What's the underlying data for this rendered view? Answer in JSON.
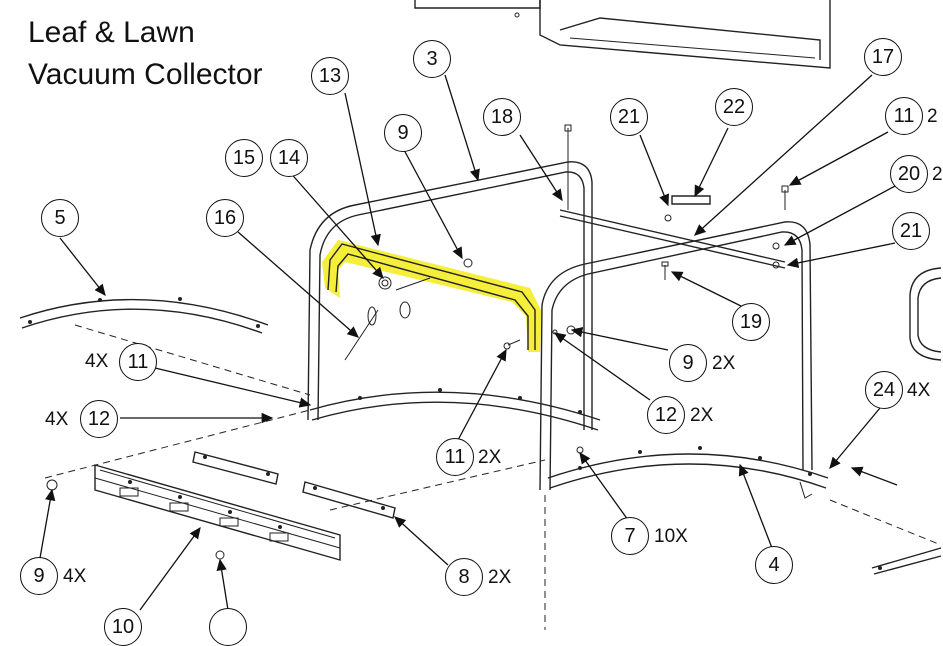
{
  "title": {
    "line1": "Leaf & Lawn",
    "line2": "Vacuum Collector"
  },
  "highlight_color": "#f5ee3a",
  "callouts": [
    {
      "num": "13",
      "qty": ""
    },
    {
      "num": "3",
      "qty": ""
    },
    {
      "num": "18",
      "qty": ""
    },
    {
      "num": "21",
      "qty": ""
    },
    {
      "num": "22",
      "qty": ""
    },
    {
      "num": "17",
      "qty": ""
    },
    {
      "num": "11",
      "qty": "2"
    },
    {
      "num": "9",
      "qty": ""
    },
    {
      "num": "15",
      "qty": ""
    },
    {
      "num": "14",
      "qty": ""
    },
    {
      "num": "20",
      "qty": "2"
    },
    {
      "num": "5",
      "qty": ""
    },
    {
      "num": "16",
      "qty": ""
    },
    {
      "num": "21",
      "qty": ""
    },
    {
      "num": "19",
      "qty": ""
    },
    {
      "num": "11",
      "qty": "4X",
      "qty_left": true
    },
    {
      "num": "9",
      "qty": "2X"
    },
    {
      "num": "24",
      "qty": "4X"
    },
    {
      "num": "12",
      "qty": "4X",
      "qty_left": true
    },
    {
      "num": "12",
      "qty": "2X"
    },
    {
      "num": "11",
      "qty": "2X"
    },
    {
      "num": "7",
      "qty": "10X"
    },
    {
      "num": "9",
      "qty": "4X"
    },
    {
      "num": "8",
      "qty": "2X"
    },
    {
      "num": "4",
      "qty": ""
    },
    {
      "num": "10",
      "qty": ""
    },
    {
      "num": "",
      "qty": ""
    }
  ]
}
